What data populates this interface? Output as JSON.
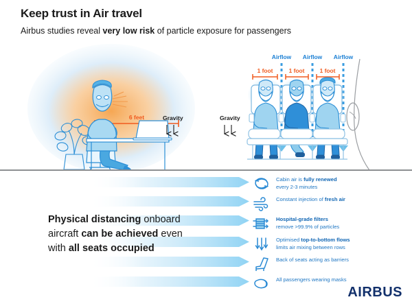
{
  "header": {
    "title": "Keep trust in Air travel",
    "subtitle_pre": "Airbus studies reveal ",
    "subtitle_bold": "very low risk",
    "subtitle_post": " of particle exposure for passengers"
  },
  "illustration": {
    "left_scene": {
      "distance_label": "6 feet",
      "gravity_label": "Gravity",
      "glow_center_color": "#f5a24a",
      "glow_edge_color": "#cfe8f7"
    },
    "cabin_scene": {
      "gravity_label": "Gravity",
      "airflow_labels": [
        "Airflow",
        "Airflow",
        "Airflow"
      ],
      "seat_gap_labels": [
        "1 foot",
        "1 foot",
        "1 foot"
      ],
      "airflow_color": "#1a7fd4",
      "measure_color": "#f05a1e"
    }
  },
  "statement": {
    "line1_bold": "Physical distancing",
    "line1_rest": " onboard",
    "line2_pre": "aircraft ",
    "line2_bold": "can be achieved",
    "line2_post": " even",
    "line3_pre": "with ",
    "line3_bold": "all seats occupied"
  },
  "benefits": [
    {
      "icon": "air-renewal-circular-arrows-icon",
      "line1_pre": "Cabin air is ",
      "line1_bold": "fully renewed",
      "line1_post": "",
      "line2": "every 2-3 minutes"
    },
    {
      "icon": "fresh-air-wind-icon",
      "line1_pre": "Constant injection of ",
      "line1_bold": "fresh air",
      "line1_post": "",
      "line2": ""
    },
    {
      "icon": "hepa-filter-icon",
      "line1_pre": "",
      "line1_bold": "Hospital-grade filters",
      "line1_post": "",
      "line2": "remove >99.9% of particles"
    },
    {
      "icon": "top-to-bottom-airflow-icon",
      "line1_pre": "Optimised ",
      "line1_bold": "top-to-bottom flows",
      "line1_post": "",
      "line2": "limits air mixing between rows"
    },
    {
      "icon": "seat-back-barrier-icon",
      "line1_pre": "Back of seats acting as barriers",
      "line1_bold": "",
      "line1_post": "",
      "line2": ""
    },
    {
      "icon": "face-mask-icon",
      "line1_pre": "All passengers wearing masks",
      "line1_bold": "",
      "line1_post": "",
      "line2": ""
    }
  ],
  "logo": {
    "text": "AIRBUS",
    "color": "#12306b"
  }
}
